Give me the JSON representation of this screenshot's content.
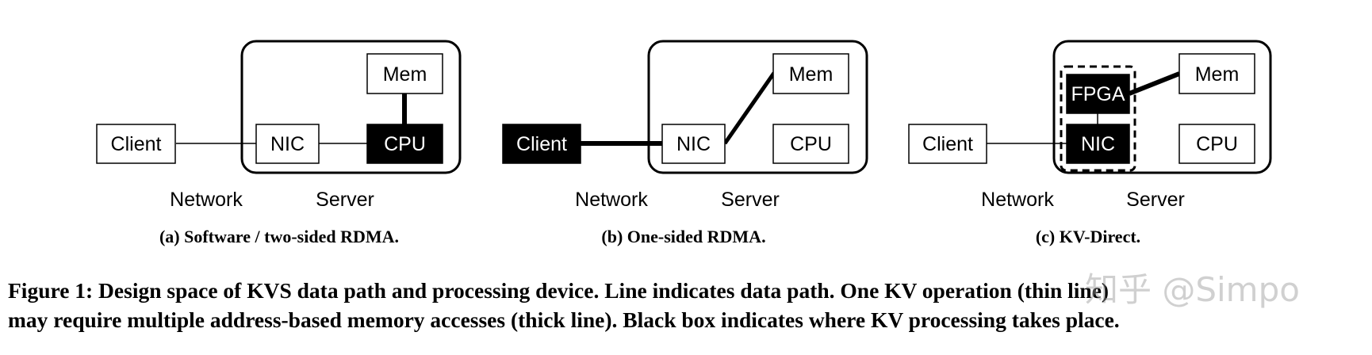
{
  "panels": [
    {
      "client": "Client",
      "nic": "NIC",
      "cpu": "CPU",
      "mem": "Mem",
      "network": "Network",
      "server": "Server",
      "subcaption": "(a) Software / two-sided RDMA."
    },
    {
      "client": "Client",
      "nic": "NIC",
      "cpu": "CPU",
      "mem": "Mem",
      "network": "Network",
      "server": "Server",
      "subcaption": "(b) One-sided RDMA."
    },
    {
      "client": "Client",
      "nic": "NIC",
      "cpu": "CPU",
      "mem": "Mem",
      "fpga": "FPGA",
      "network": "Network",
      "server": "Server",
      "subcaption": "(c) KV-Direct."
    }
  ],
  "caption": {
    "line1": "Figure 1: Design space of KVS data path and processing device. Line indicates data path. One KV operation (thin line)",
    "line2": "may require multiple address-based memory accesses (thick line). Black box indicates where KV processing takes place."
  },
  "watermark": "知乎 @Simpo"
}
